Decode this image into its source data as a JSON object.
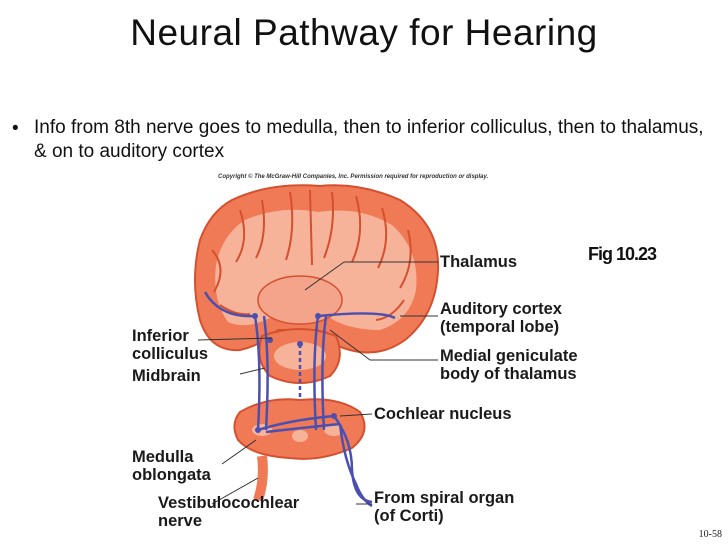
{
  "slide": {
    "title": "Neural Pathway for Hearing",
    "bullet_char": "•",
    "bullet": "Info from 8th nerve goes to medulla, then to inferior colliculus, then to thalamus, & on to auditory cortex",
    "copyright": "Copyright © The McGraw-Hill Companies, Inc. Permission required for reproduction or display.",
    "figure_ref": "Fig 10.23",
    "page_number": "10-58"
  },
  "labels": {
    "thalamus": "Thalamus",
    "auditory_cortex_1": "Auditory cortex",
    "auditory_cortex_2": "(temporal lobe)",
    "medial_geniculate_1": "Medial geniculate",
    "medial_geniculate_2": "body of thalamus",
    "cochlear_nucleus": "Cochlear nucleus",
    "spiral_organ_1": "From spiral organ",
    "spiral_organ_2": "(of Corti)",
    "inferior_colliculus_1": "Inferior",
    "inferior_colliculus_2": "colliculus",
    "midbrain": "Midbrain",
    "medulla_1": "Medulla",
    "medulla_2": "oblongata",
    "vestibulocochlear_1": "Vestibulocochlear",
    "vestibulocochlear_2": "nerve"
  },
  "colors": {
    "tissue": "#f07a55",
    "tissue_light": "#f6b39a",
    "tissue_dark": "#d4502e",
    "pathway": "#4a4fb0",
    "pathway_light": "#b9bce8",
    "leader": "#333333"
  }
}
